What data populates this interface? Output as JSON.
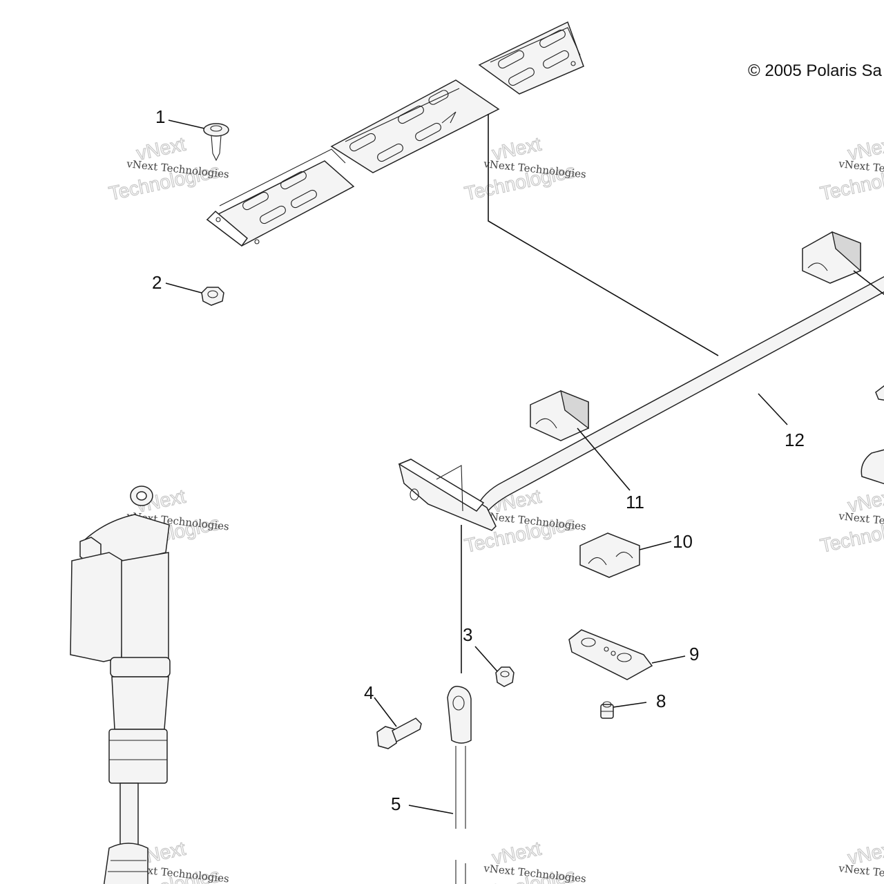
{
  "copyright": "© 2005 Polaris Sa",
  "watermark": {
    "line1": "vNext Technologies",
    "line2": "vNext",
    "line3": "Technologies"
  },
  "callouts": [
    {
      "id": "1",
      "label": "1"
    },
    {
      "id": "2",
      "label": "2"
    },
    {
      "id": "3",
      "label": "3"
    },
    {
      "id": "4",
      "label": "4"
    },
    {
      "id": "5",
      "label": "5"
    },
    {
      "id": "8",
      "label": "8"
    },
    {
      "id": "9",
      "label": "9"
    },
    {
      "id": "10",
      "label": "10"
    },
    {
      "id": "11",
      "label": "11"
    },
    {
      "id": "12",
      "label": "12"
    }
  ]
}
